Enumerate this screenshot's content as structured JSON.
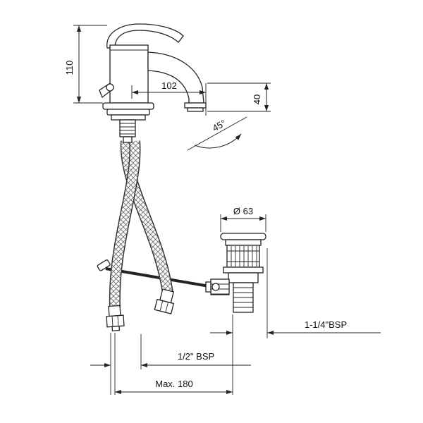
{
  "drawing": {
    "labels": {
      "height": "110",
      "reach": "102",
      "drop": "40",
      "angle": "45°",
      "drain_diameter": "Ø 63",
      "drain_thread": "1-1/4\"BSP",
      "supply_thread": "1/2\" BSP",
      "max_depth": "Max. 180"
    }
  }
}
